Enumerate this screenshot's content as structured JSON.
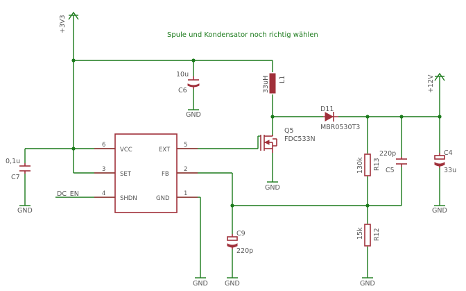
{
  "note": "Spule und Kondensator noch richtig wählen",
  "supplies": {
    "v3v3": "+3V3",
    "v12": "+12V"
  },
  "ground": "GND",
  "signal": {
    "dc_en": "DC_EN"
  },
  "ic": {
    "pins": {
      "vcc": "VCC",
      "set": "SET",
      "shdn": "SHDN",
      "ext": "EXT",
      "fb": "FB",
      "gnd": "GND",
      "n6": "6",
      "n3": "3",
      "n4": "4",
      "n5": "5",
      "n2": "2",
      "n1": "1"
    }
  },
  "components": {
    "c6": {
      "name": "C6",
      "value": "10u"
    },
    "l1": {
      "name": "L1",
      "value": "33uH"
    },
    "d11": {
      "name": "D11",
      "value": "MBR0530T3"
    },
    "q5": {
      "name": "Q5",
      "value": "FDC533N"
    },
    "c7": {
      "name": "C7",
      "value": "0,1u"
    },
    "c4": {
      "name": "C4",
      "value": "33u"
    },
    "r13": {
      "name": "R13",
      "value": "130k"
    },
    "c5": {
      "name": "C5",
      "value": "220p"
    },
    "r12": {
      "name": "R12",
      "value": "15k"
    },
    "c9": {
      "name": "C9",
      "value": "220p"
    }
  },
  "colors": {
    "wire": "#1b7a1b",
    "device": "#a0303a",
    "text": "#555555"
  }
}
